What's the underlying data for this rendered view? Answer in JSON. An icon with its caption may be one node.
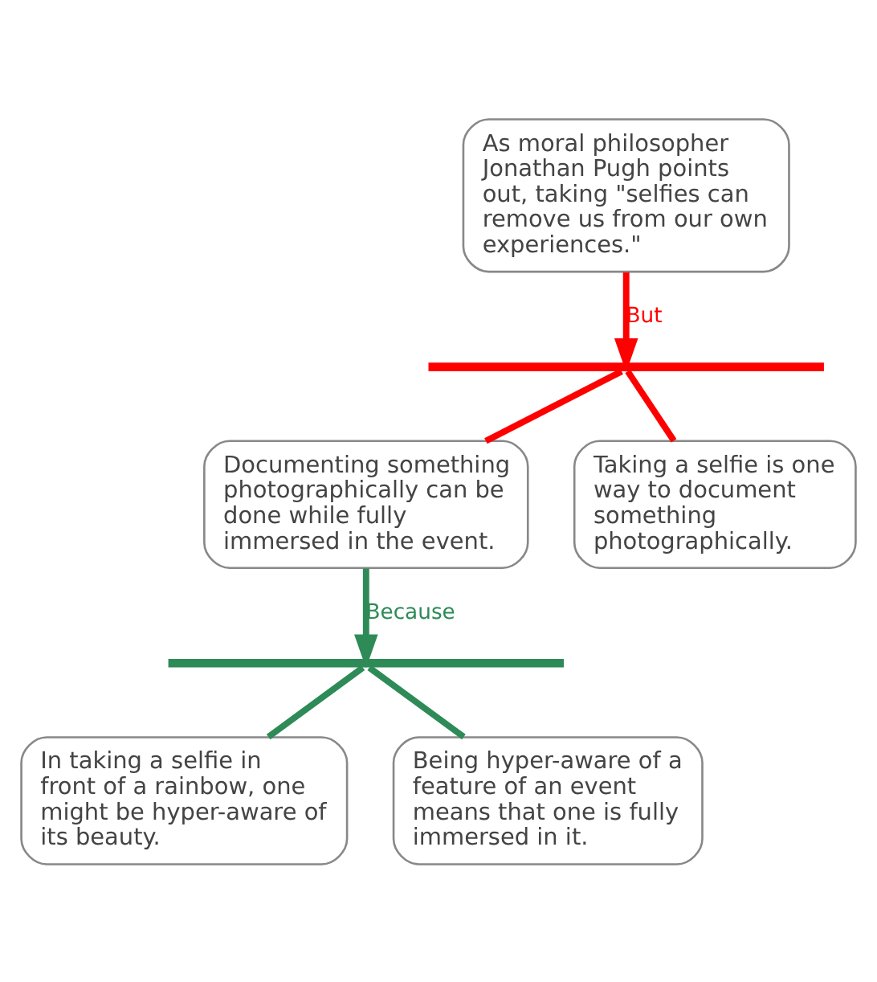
{
  "diagram": {
    "nodes": [
      {
        "text": [
          "As moral philosopher Jonathan Pugh points out, taking \"selfies can remove us from our own experiences.\""
        ]
      },
      {
        "text": [],
        "shape": "bar"
      },
      {
        "text": [
          "Documenting something photographically can be done while fully immersed in the event."
        ]
      },
      {
        "text": [
          "Taking a selfie is one way to document something photographically."
        ]
      },
      {
        "text": [],
        "shape": "bar"
      },
      {
        "text": [
          "In taking a selfie in front of a rainbow, one might be hyper-aware of its beauty."
        ]
      },
      {
        "text": [
          "Being hyper-aware of a feature of an event means that one is fully immersed in it."
        ]
      }
    ],
    "edges": [
      {
        "from": 0,
        "to": 1,
        "arrow": "to",
        "label": "But",
        "color": "#ff0000"
      },
      {
        "from": 1,
        "to": 2,
        "arrow": "none",
        "color": "#ff0000"
      },
      {
        "from": 1,
        "to": 3,
        "arrow": "none",
        "color": "#ff0000"
      },
      {
        "from": 2,
        "to": 4,
        "arrow": "to",
        "label": "Because",
        "color": "#2e8b57"
      },
      {
        "from": 4,
        "to": 5,
        "arrow": "none",
        "color": "#2e8b57"
      },
      {
        "from": 4,
        "to": 6,
        "arrow": "none",
        "color": "#2e8b57"
      }
    ]
  }
}
